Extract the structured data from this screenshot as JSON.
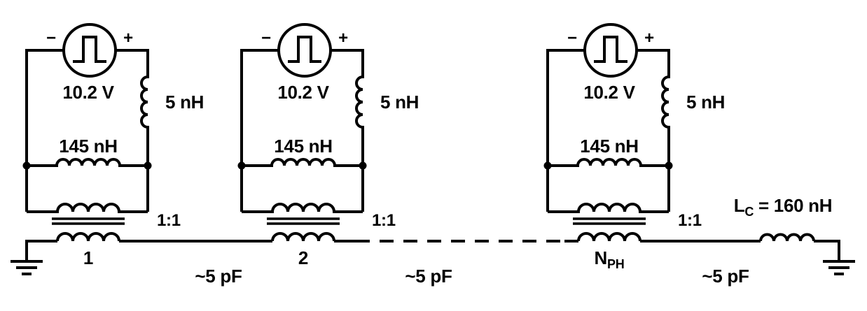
{
  "diagram": {
    "cells": [
      {
        "polarity_minus": "−",
        "polarity_plus": "+",
        "source_voltage": "10.2 V",
        "series_inductance": "5 nH",
        "winding_inductance": "145 nH",
        "turns_ratio": "1:1",
        "phase_label": "1",
        "phase_label_sub": ""
      },
      {
        "polarity_minus": "−",
        "polarity_plus": "+",
        "source_voltage": "10.2 V",
        "series_inductance": "5 nH",
        "winding_inductance": "145 nH",
        "turns_ratio": "1:1",
        "phase_label": "2",
        "phase_label_sub": ""
      },
      {
        "polarity_minus": "−",
        "polarity_plus": "+",
        "source_voltage": "10.2 V",
        "series_inductance": "5 nH",
        "winding_inductance": "145 nH",
        "turns_ratio": "1:1",
        "phase_label": "N",
        "phase_label_sub": "PH"
      }
    ],
    "trace": {
      "inductor_symbol": "L",
      "inductor_symbol_sub": "C",
      "inductor_value": " = 160 nH",
      "parasitic_capacitance": [
        "~5 pF",
        "~5 pF",
        "~5 pF"
      ]
    }
  }
}
